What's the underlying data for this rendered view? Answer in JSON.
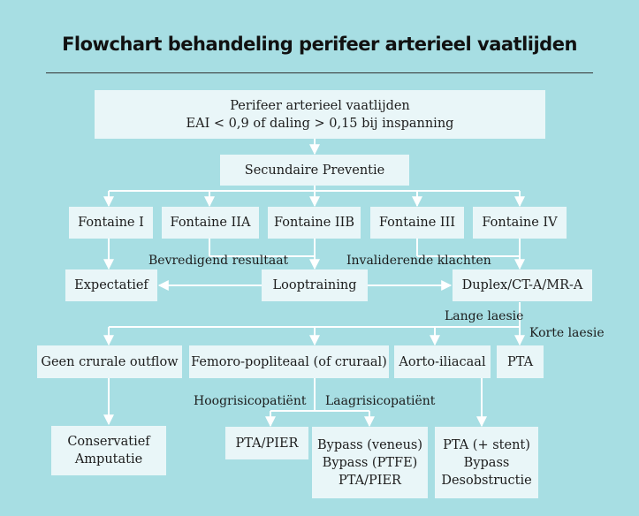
{
  "title": "Flowchart behandeling perifeer arterieel vaatlijden",
  "nodes": {
    "pav": {
      "lines": [
        "Perifeer arterieel vaatlijden",
        "EAI < 0,9 of daling > 0,15 bij inspanning"
      ]
    },
    "secundaire": {
      "lines": [
        "Secundaire Preventie"
      ]
    },
    "fontaine_1": {
      "lines": [
        "Fontaine I"
      ]
    },
    "fontaine_2a": {
      "lines": [
        "Fontaine IIA"
      ]
    },
    "fontaine_2b": {
      "lines": [
        "Fontaine IIB"
      ]
    },
    "fontaine_3": {
      "lines": [
        "Fontaine III"
      ]
    },
    "fontaine_4": {
      "lines": [
        "Fontaine IV"
      ]
    },
    "expectatief": {
      "lines": [
        "Expectatief"
      ]
    },
    "looptraining": {
      "lines": [
        "Looptraining"
      ]
    },
    "duplex": {
      "lines": [
        "Duplex/CT-A/MR-A"
      ]
    },
    "geen_crurale": {
      "lines": [
        "Geen crurale outflow"
      ]
    },
    "femoro": {
      "lines": [
        "Femoro-popliteaal (of cruraal)"
      ]
    },
    "aorto": {
      "lines": [
        "Aorto-iliacaal"
      ]
    },
    "pta": {
      "lines": [
        "PTA"
      ]
    },
    "conservatief": {
      "lines": [
        "Conservatief",
        "Amputatie"
      ]
    },
    "pta_pier": {
      "lines": [
        "PTA/PIER"
      ]
    },
    "bypass": {
      "lines": [
        "Bypass (veneus)",
        "Bypass (PTFE)",
        "PTA/PIER"
      ]
    },
    "pta_stent": {
      "lines": [
        "PTA (+ stent)",
        "Bypass",
        "Desobstructie"
      ]
    }
  },
  "labels": {
    "bevredigend": "Bevredigend resultaat",
    "invaliderend": "Invaliderende klachten",
    "lange_laesie": "Lange laesie",
    "korte_laesie": "Korte laesie",
    "hoogrisico": "Hoogrisicopatiënt",
    "laagrisico": "Laagrisicopatiënt"
  },
  "colors": {
    "background": "#a7dee3",
    "box": "#e9f6f8",
    "line": "#ffffff"
  }
}
